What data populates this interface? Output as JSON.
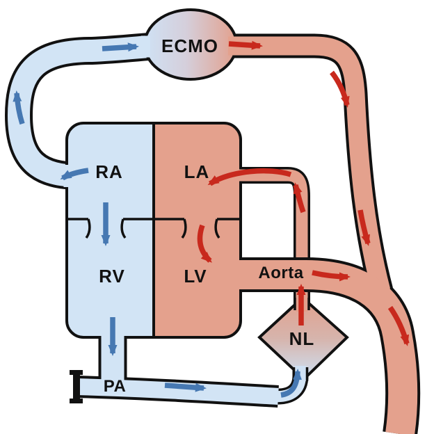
{
  "diagram": {
    "type": "flow-diagram",
    "description_visible_labels_only": true,
    "nodes": {
      "ecmo": {
        "label": "ECMO"
      },
      "heart": {
        "right_atrium": {
          "label": "RA"
        },
        "left_atrium": {
          "label": "LA"
        },
        "right_ventricle": {
          "label": "RV"
        },
        "left_ventricle": {
          "label": "LV"
        }
      },
      "aorta": {
        "label": "Aorta"
      },
      "native_lung": {
        "label": "NL"
      },
      "pulmonary_artery": {
        "label": "PA"
      }
    },
    "colors": {
      "deoxygenated_fill": "#d2e4f5",
      "oxygenated_fill": "#e4a18d",
      "venous_arrow": "#4678b2",
      "arterial_arrow": "#c8291d",
      "outline": "#111111",
      "background": "#ffffff"
    }
  }
}
